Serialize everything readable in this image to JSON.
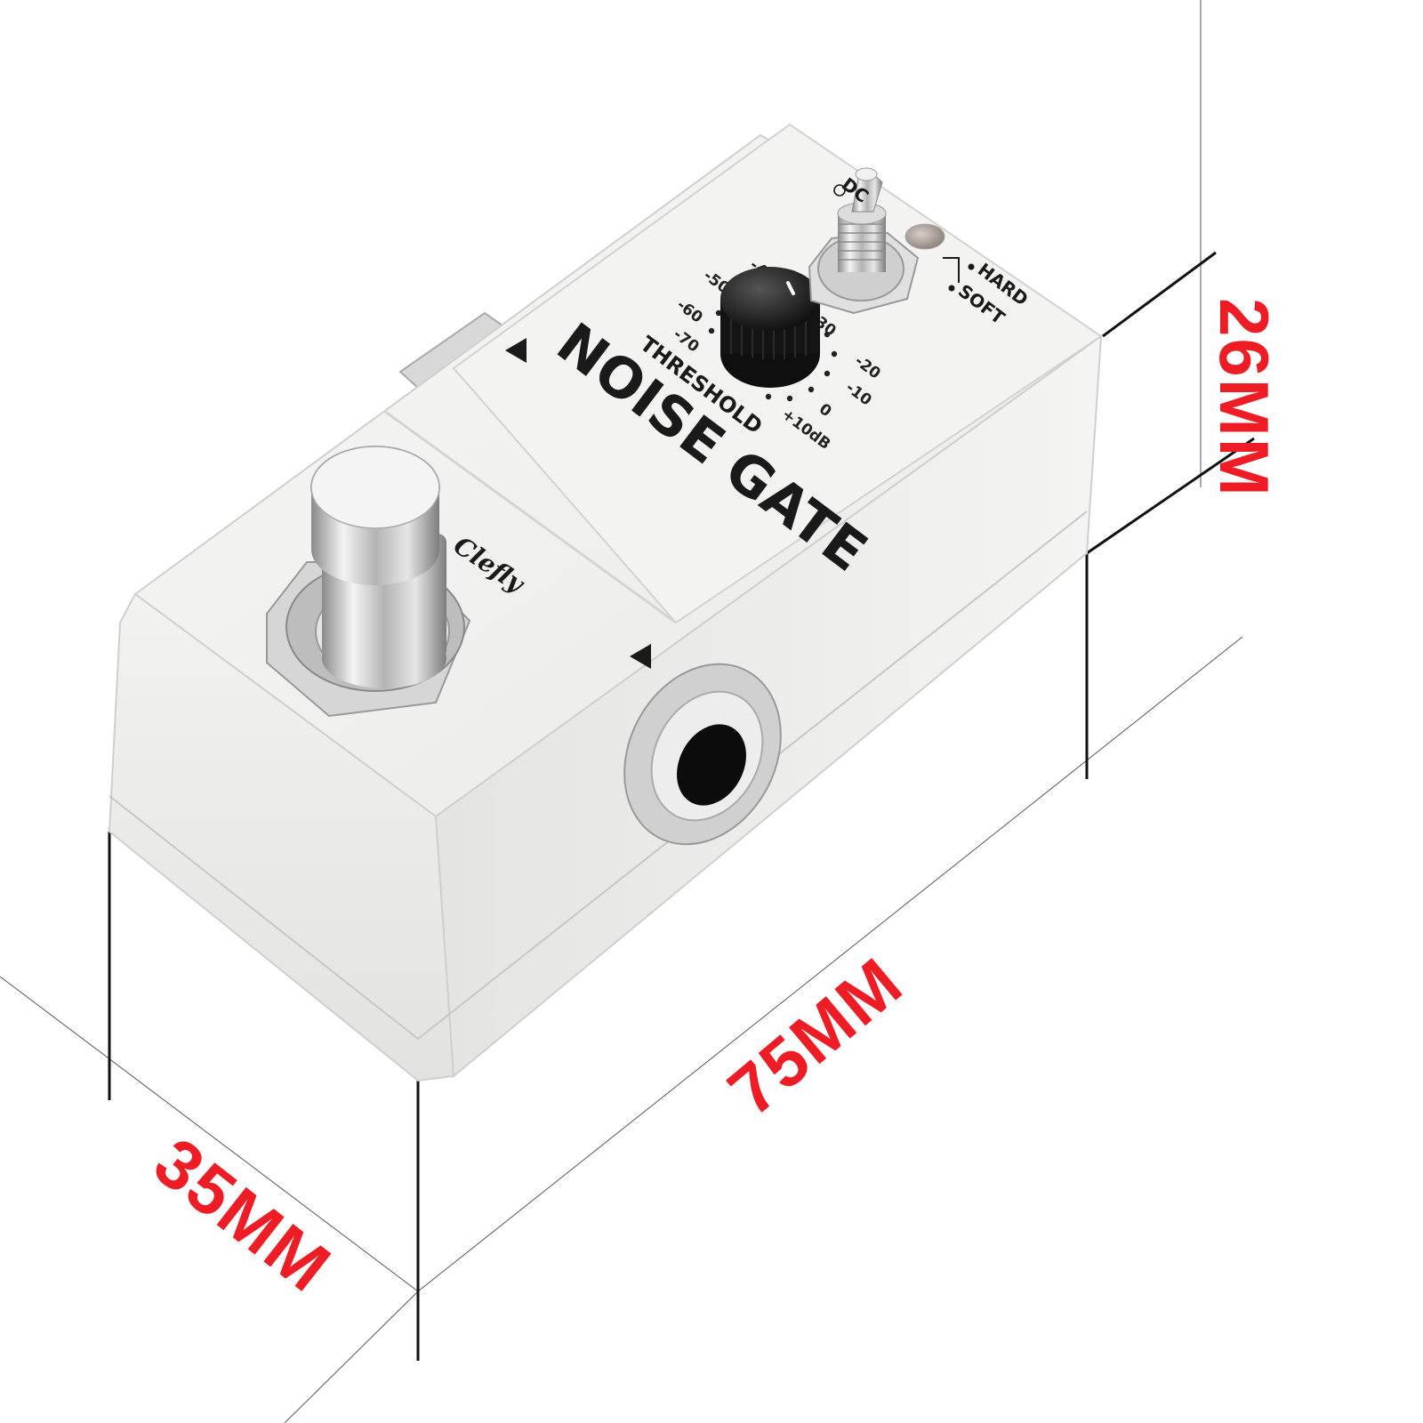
{
  "product": {
    "brand": "Clefly",
    "title": "NOISE GATE",
    "knob_label": "THRESHOLD",
    "scale": [
      "-70",
      "-60",
      "-50",
      "-40",
      "-30",
      "-20",
      "-10",
      "0",
      "+10dB"
    ],
    "switch_top": "DC",
    "switch_options": [
      "HARD",
      "SOFT"
    ]
  },
  "dimensions": {
    "height": "26MM",
    "length": "75MM",
    "width": "35MM"
  },
  "colors": {
    "dimension_text": "#ee1c25",
    "body": "#eeeeec",
    "knob": "#1b1b1b"
  }
}
